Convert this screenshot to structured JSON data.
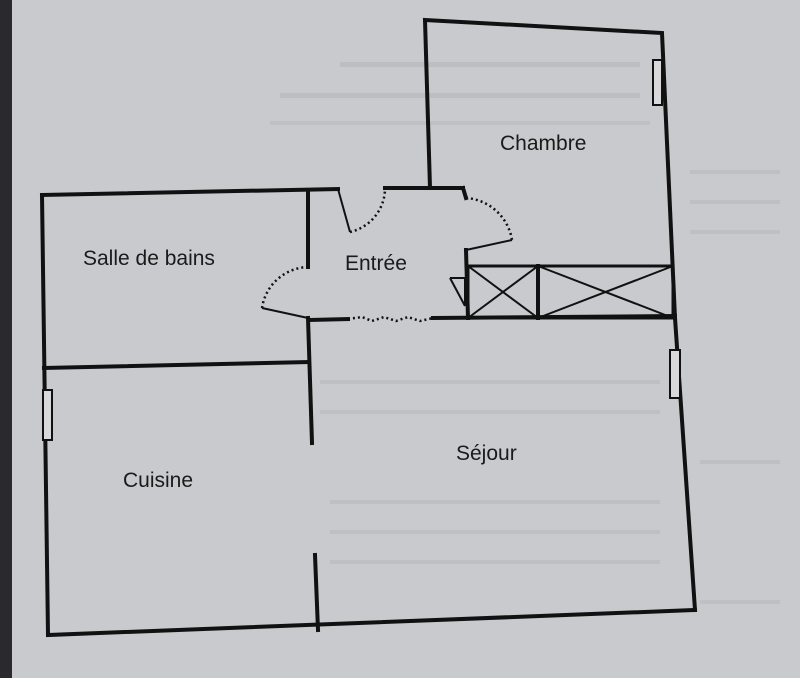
{
  "plan": {
    "rooms": {
      "chambre": "Chambre",
      "salle_de_bains": "Salle de bains",
      "entree": "Entrée",
      "cuisine": "Cuisine",
      "sejour": "Séjour"
    }
  },
  "colors": {
    "paper": "#c9cacd",
    "wall": "#111111",
    "bleed_text": "#a9aaae"
  }
}
